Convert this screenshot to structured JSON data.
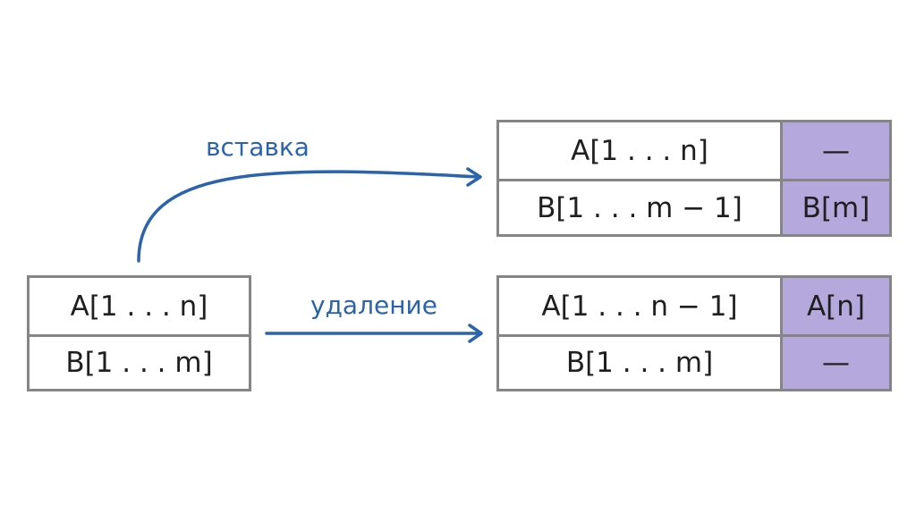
{
  "colors": {
    "border": "#858585",
    "highlight": "#b4a8dc",
    "arrow": "#2b63ad",
    "text": "#1f1f1f"
  },
  "source": {
    "rows": [
      "A[1 . . . n]",
      "B[1 . . . m]"
    ]
  },
  "insert": {
    "label": "вставка",
    "rows": [
      {
        "main": "A[1 . . . n]",
        "extra": "—"
      },
      {
        "main": "B[1 . . . m − 1]",
        "extra": "B[m]"
      }
    ]
  },
  "delete": {
    "label": "удаление",
    "rows": [
      {
        "main": "A[1 . . . n − 1]",
        "extra": "A[n]"
      },
      {
        "main": "B[1 . . . m]",
        "extra": "—"
      }
    ]
  }
}
